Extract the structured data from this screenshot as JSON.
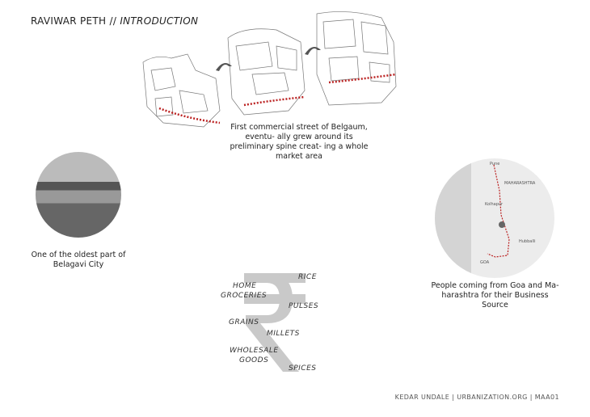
{
  "title": {
    "main": "RAVIWAR PETH //",
    "sub": "INTRODUCTION"
  },
  "sketch_caption": "First commercial street of Belgaum, eventu- ally grew around its preliminary spine creat- ing a whole market area",
  "photo_caption": "One of the oldest part of Belagavi City",
  "map": {
    "labels": [
      "Pune",
      "MAHARASHTRA",
      "Kolhapur",
      "Hubballi",
      "GOA"
    ],
    "route_color": "#c0392b"
  },
  "map_caption": "People coming from Goa and Ma- harashtra for their Business Source",
  "rupee": {
    "symbol": "₹",
    "words": [
      "RICE",
      "HOME",
      "GROCERIES",
      "PULSES",
      "GRAINS",
      "MILLETS",
      "WHOLESALE",
      "GOODS",
      "SPICES"
    ]
  },
  "footer": "KEDAR UNDALE | URBANIZATION.ORG | MAA01"
}
